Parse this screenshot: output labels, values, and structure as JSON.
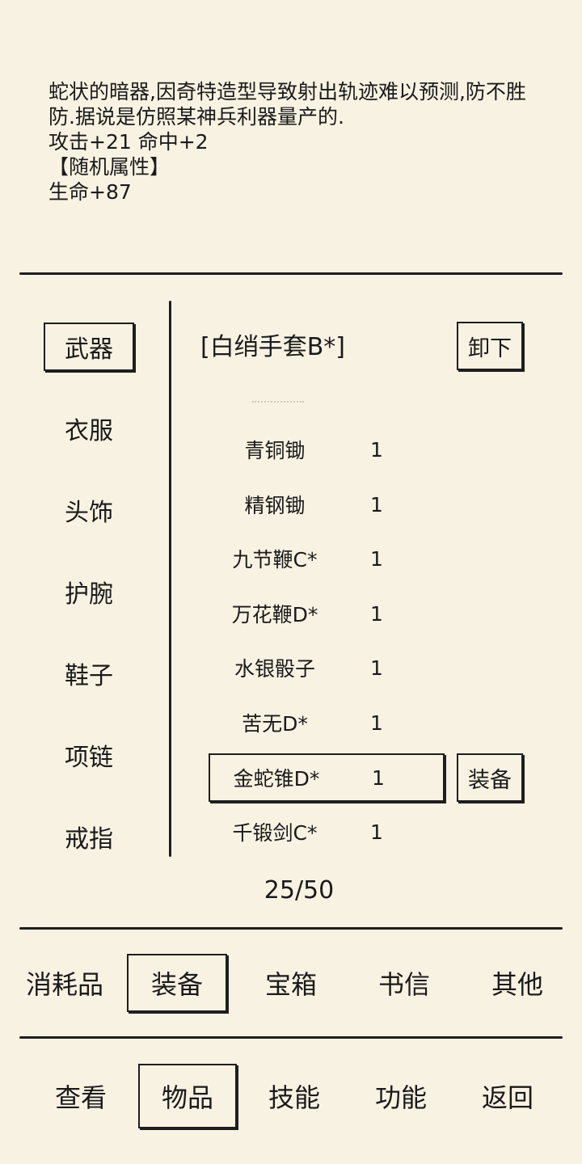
{
  "description": {
    "lines": [
      "蛇状的暗器,因奇特造型导致射出轨迹难以预测,防不胜",
      "防.据说是仿照某神兵利器量产的.",
      "攻击+21 命中+2",
      "【随机属性】",
      "生命+87"
    ]
  },
  "categories": [
    "武器",
    "衣服",
    "头饰",
    "护腕",
    "鞋子",
    "项链",
    "戒指"
  ],
  "selected_category": "武器",
  "equipped": {
    "name": "[白绡手套B*]",
    "unequip_label": "卸下"
  },
  "items": [
    {
      "name": "青铜锄",
      "count": "1"
    },
    {
      "name": "精钢锄",
      "count": "1"
    },
    {
      "name": "九节鞭C*",
      "count": "1"
    },
    {
      "name": "万花鞭D*",
      "count": "1"
    },
    {
      "name": "水银骰子",
      "count": "1"
    },
    {
      "name": "苦无D*",
      "count": "1"
    },
    {
      "name": "金蛇锥D*",
      "count": "1"
    },
    {
      "name": "千锻剑C*",
      "count": "1"
    }
  ],
  "selected_item": "金蛇锥D*",
  "equip_label": "装备",
  "page": "25/50",
  "tabs": [
    "消耗品",
    "装备",
    "宝箱",
    "书信",
    "其他"
  ],
  "selected_tab": "装备",
  "nav": [
    "查看",
    "物品",
    "技能",
    "功能",
    "返回"
  ],
  "selected_nav": "物品"
}
